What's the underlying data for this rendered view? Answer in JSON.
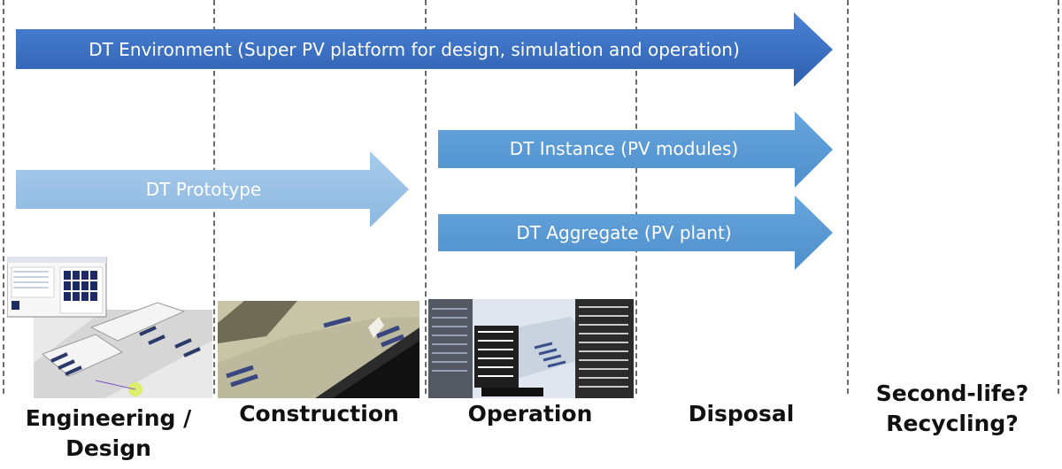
{
  "arrows": {
    "environment": "DT Environment (Super PV platform for design, simulation and operation)",
    "prototype": "DT Prototype",
    "instance": "DT Instance (PV modules)",
    "aggregate": "DT Aggregate (PV plant)"
  },
  "phases": {
    "engineering_line1": "Engineering /",
    "engineering_line2": "Design",
    "construction": "Construction",
    "operation": "Operation",
    "disposal": "Disposal",
    "second_life_line1": "Second-life?",
    "second_life_line2": "Recycling?"
  },
  "colors": {
    "environment": "#3f74c8",
    "prototype": "#9dc3e6",
    "instance": "#5b9bd5",
    "aggregate": "#5b9bd5",
    "divider": "#6b6b6b"
  }
}
